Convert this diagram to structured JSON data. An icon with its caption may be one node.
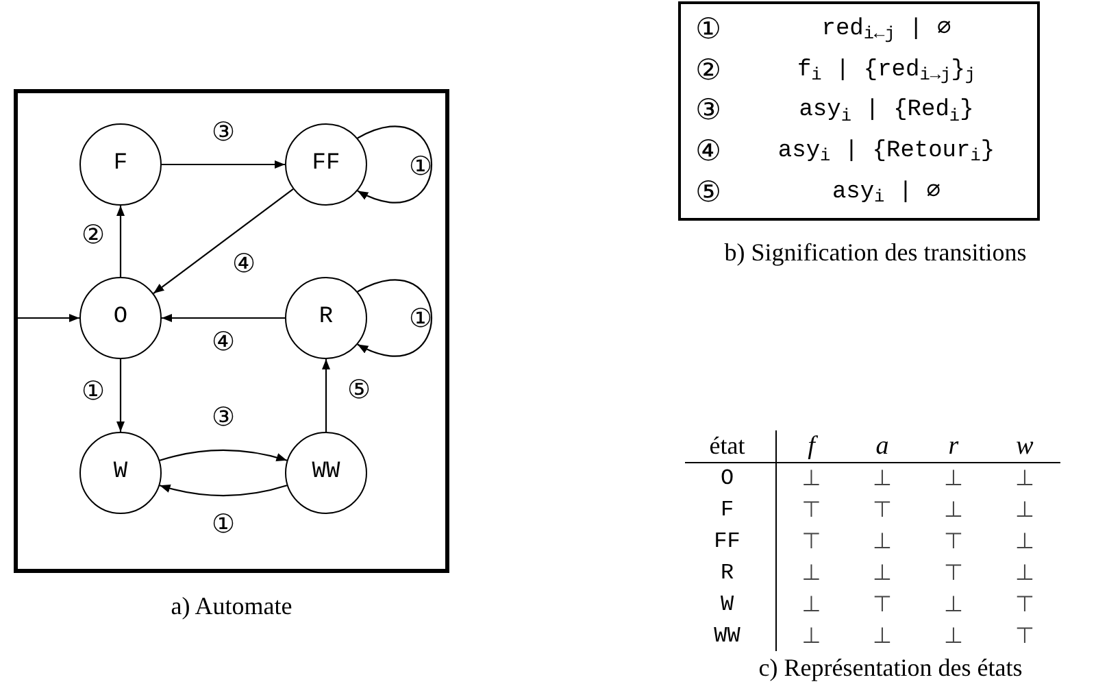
{
  "diagram": {
    "nodes": [
      {
        "text": [
          "a) Automate"
        ]
      },
      {
        "text": [
          "F"
        ],
        "in": 0
      },
      {
        "text": [
          "FF"
        ],
        "in": 0
      },
      {
        "text": [
          "O"
        ],
        "in": 0
      },
      {
        "text": [
          "R"
        ],
        "in": 0
      },
      {
        "text": [
          "W"
        ],
        "in": 0
      },
      {
        "text": [
          "WW"
        ],
        "in": 0
      }
    ],
    "edges": [
      {
        "from": null,
        "to": 3,
        "arrow": "to"
      },
      {
        "from": 1,
        "to": 2,
        "arrow": "to",
        "label": "③"
      },
      {
        "from": 2,
        "to": 2,
        "arrow": "to",
        "label": "①"
      },
      {
        "from": 3,
        "to": 1,
        "arrow": "to",
        "label": "②"
      },
      {
        "from": 2,
        "to": 3,
        "arrow": "to",
        "label": "④"
      },
      {
        "from": 4,
        "to": 3,
        "arrow": "to",
        "label": "④"
      },
      {
        "from": 4,
        "to": 4,
        "arrow": "to",
        "label": "①"
      },
      {
        "from": 3,
        "to": 5,
        "arrow": "to",
        "label": "①"
      },
      {
        "from": 5,
        "to": 6,
        "arrow": "to",
        "label": "③"
      },
      {
        "from": 6,
        "to": 5,
        "arrow": "to",
        "label": "①"
      },
      {
        "from": 6,
        "to": 4,
        "arrow": "to",
        "label": "⑤"
      }
    ],
    "labels": [
      "①",
      "red$_{i←j}$ | ∅",
      "②",
      "f$_{i}$ | {red$_{i→j}$}$_{j}$",
      "③",
      "asy$_{i}$ | {Red$_{i}$}",
      "④",
      "asy$_{i}$ | {Retour$_{i}$}",
      "⑤",
      "asy$_{i}$ | ∅",
      "b) Signification des transitions",
      "état",
      "f",
      "a",
      "r",
      "w",
      "O",
      "⊥",
      "⊥",
      "⊥",
      "⊥",
      "F",
      "⊤",
      "⊤",
      "⊥",
      "⊥",
      "FF",
      "⊤",
      "⊥",
      "⊤",
      "⊥",
      "R",
      "⊥",
      "⊥",
      "⊤",
      "⊥",
      "W",
      "⊥",
      "⊤",
      "⊥",
      "⊤",
      "WW",
      "⊥",
      "⊥",
      "⊥",
      "⊤",
      "c) Représentation des états"
    ]
  }
}
